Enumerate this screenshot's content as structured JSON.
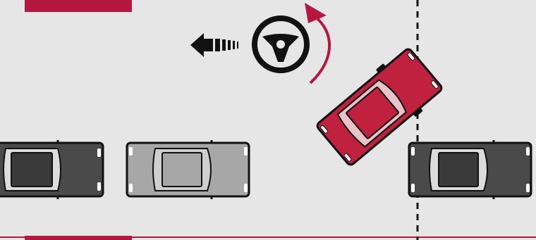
{
  "colors": {
    "background": "#e6e6e6",
    "accent": "#b5183f",
    "subject_car": "#c0213f",
    "car_dark": "#4a4a4a",
    "car_light": "#a7a7a7",
    "glass": "#dcdcdc",
    "outline": "#111111"
  },
  "icons": {
    "direction": "arrow-left-icon",
    "steering": "steering-wheel-icon",
    "rotation": "counterclockwise-arrow-icon"
  },
  "scene": {
    "parked_cars": [
      "dark",
      "light",
      "dark"
    ],
    "subject_car": "red",
    "boundary_line": "dashed"
  }
}
